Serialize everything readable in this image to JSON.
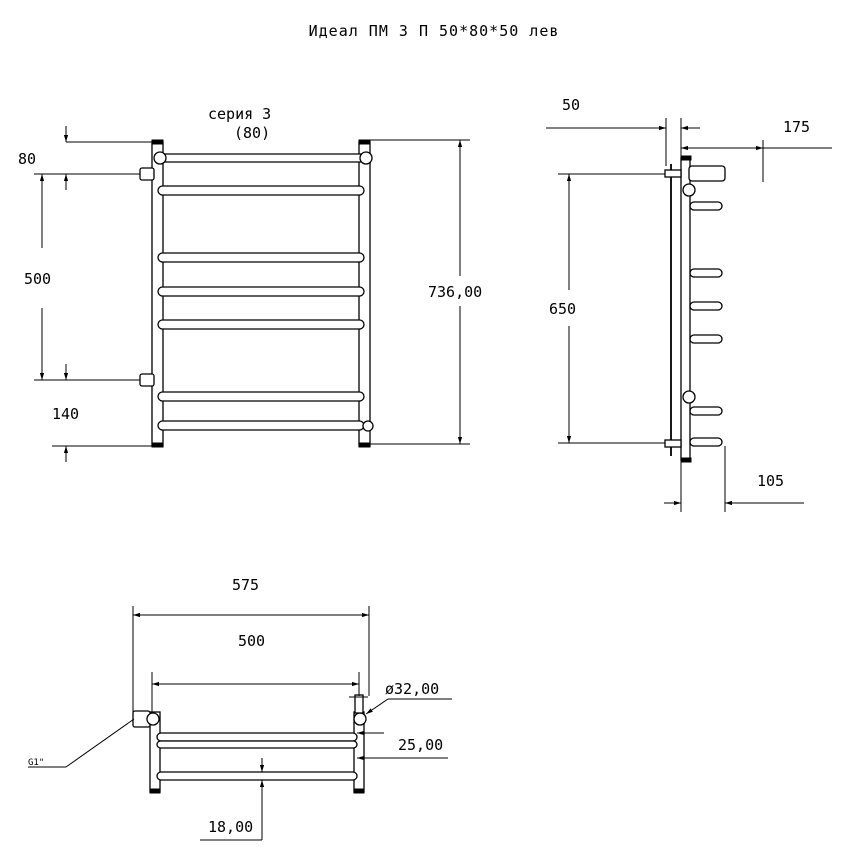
{
  "title": "Идеал ПМ 3 П 50*80*50 лев",
  "front": {
    "series_line1": "серия 3",
    "series_line2": "(80)",
    "dim_top": "80",
    "dim_center": "500",
    "dim_bottom": "140",
    "dim_height": "736,00"
  },
  "side": {
    "dim_wall": "50",
    "dim_depth": "175",
    "dim_height": "650",
    "dim_bottom": "105"
  },
  "top_view": {
    "dim_width_total": "575",
    "dim_width_inner": "500",
    "dim_diameter": "ø32,00",
    "dim_offset": "25,00",
    "dim_bar": "18,00",
    "thread_label": "G1\""
  }
}
